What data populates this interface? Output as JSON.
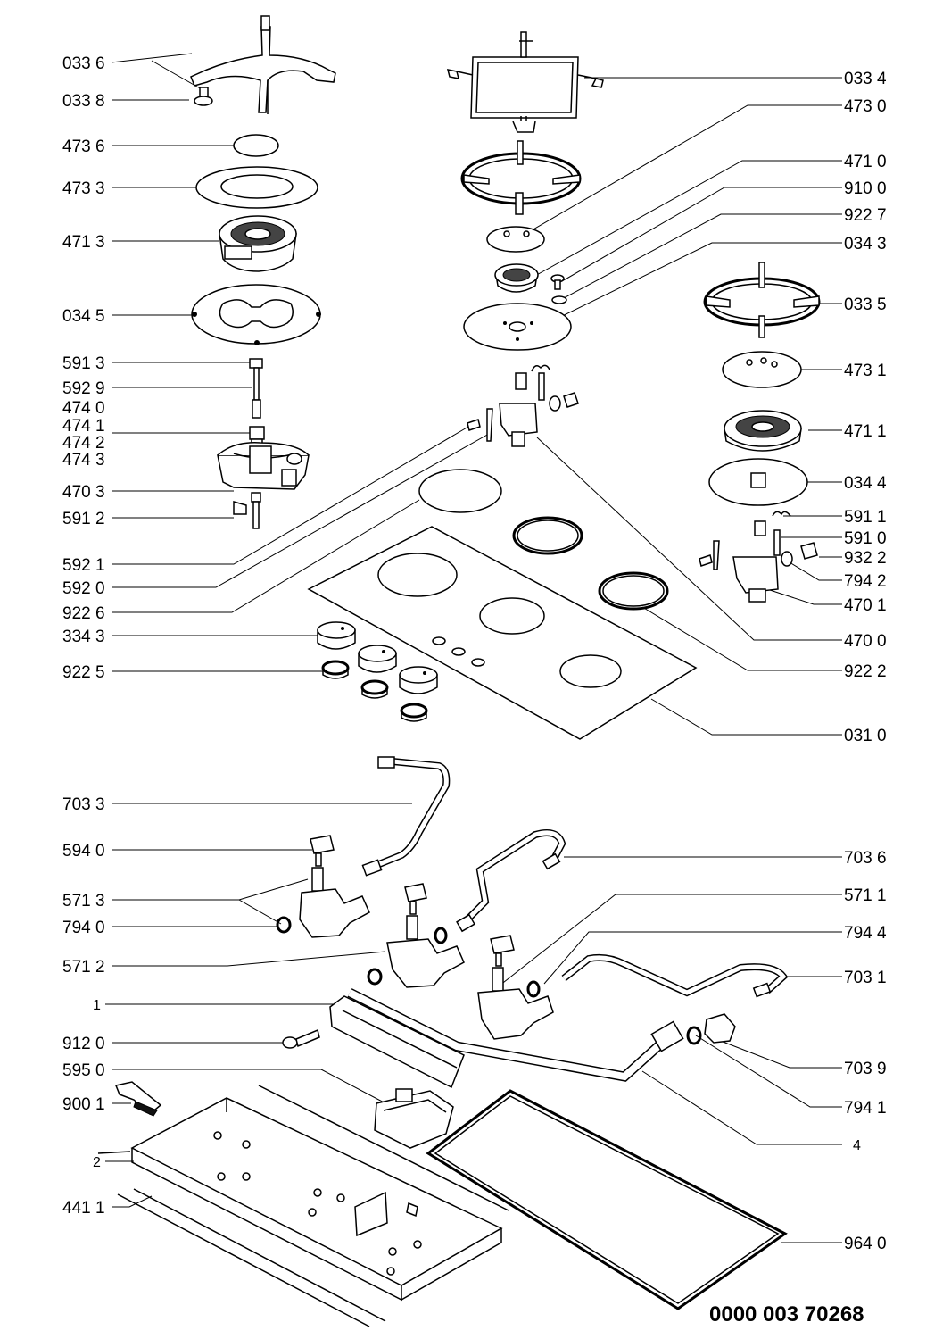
{
  "document_number": "0000 003 70268",
  "left_labels": [
    {
      "id": "l-0336",
      "text": "033 6"
    },
    {
      "id": "l-0338",
      "text": "033 8"
    },
    {
      "id": "l-4736",
      "text": "473 6"
    },
    {
      "id": "l-4733",
      "text": "473 3"
    },
    {
      "id": "l-4713",
      "text": "471 3"
    },
    {
      "id": "l-0345",
      "text": "034 5"
    },
    {
      "id": "l-5913",
      "text": "591 3"
    },
    {
      "id": "l-5929",
      "text": "592 9"
    },
    {
      "id": "l-4740",
      "text": "474 0"
    },
    {
      "id": "l-4741",
      "text": "474 1"
    },
    {
      "id": "l-4742",
      "text": "474 2"
    },
    {
      "id": "l-4743",
      "text": "474 3"
    },
    {
      "id": "l-4703",
      "text": "470 3"
    },
    {
      "id": "l-5912",
      "text": "591 2"
    },
    {
      "id": "l-5921",
      "text": "592 1"
    },
    {
      "id": "l-5920",
      "text": "592 0"
    },
    {
      "id": "l-9226",
      "text": "922 6"
    },
    {
      "id": "l-3343",
      "text": "334 3"
    },
    {
      "id": "l-9225",
      "text": "922 5"
    },
    {
      "id": "l-7033",
      "text": "703 3"
    },
    {
      "id": "l-5940",
      "text": "594 0"
    },
    {
      "id": "l-5713",
      "text": "571 3"
    },
    {
      "id": "l-7940",
      "text": "794 0"
    },
    {
      "id": "l-5712",
      "text": "571 2"
    },
    {
      "id": "l-1",
      "text": "1"
    },
    {
      "id": "l-9120",
      "text": "912 0"
    },
    {
      "id": "l-5950",
      "text": "595 0"
    },
    {
      "id": "l-9001",
      "text": "900 1"
    },
    {
      "id": "l-2",
      "text": "2"
    },
    {
      "id": "l-4411",
      "text": "441 1"
    }
  ],
  "right_labels": [
    {
      "id": "r-0334",
      "text": "033 4"
    },
    {
      "id": "r-4730",
      "text": "473 0"
    },
    {
      "id": "r-4710",
      "text": "471 0"
    },
    {
      "id": "r-9100",
      "text": "910 0"
    },
    {
      "id": "r-9227",
      "text": "922 7"
    },
    {
      "id": "r-0343",
      "text": "034 3"
    },
    {
      "id": "r-0335",
      "text": "033 5"
    },
    {
      "id": "r-4731",
      "text": "473 1"
    },
    {
      "id": "r-4711",
      "text": "471 1"
    },
    {
      "id": "r-0344",
      "text": "034 4"
    },
    {
      "id": "r-5911",
      "text": "591 1"
    },
    {
      "id": "r-5910",
      "text": "591 0"
    },
    {
      "id": "r-9322",
      "text": "932 2"
    },
    {
      "id": "r-7942",
      "text": "794 2"
    },
    {
      "id": "r-4701",
      "text": "470 1"
    },
    {
      "id": "r-4700",
      "text": "470 0"
    },
    {
      "id": "r-9222",
      "text": "922 2"
    },
    {
      "id": "r-0310",
      "text": "031 0"
    },
    {
      "id": "r-7036",
      "text": "703 6"
    },
    {
      "id": "r-5711",
      "text": "571 1"
    },
    {
      "id": "r-7944",
      "text": "794 4"
    },
    {
      "id": "r-7031",
      "text": "703 1"
    },
    {
      "id": "r-7039",
      "text": "703 9"
    },
    {
      "id": "r-7941",
      "text": "794 1"
    },
    {
      "id": "r-4",
      "text": "4"
    },
    {
      "id": "r-9640",
      "text": "964 0"
    }
  ]
}
